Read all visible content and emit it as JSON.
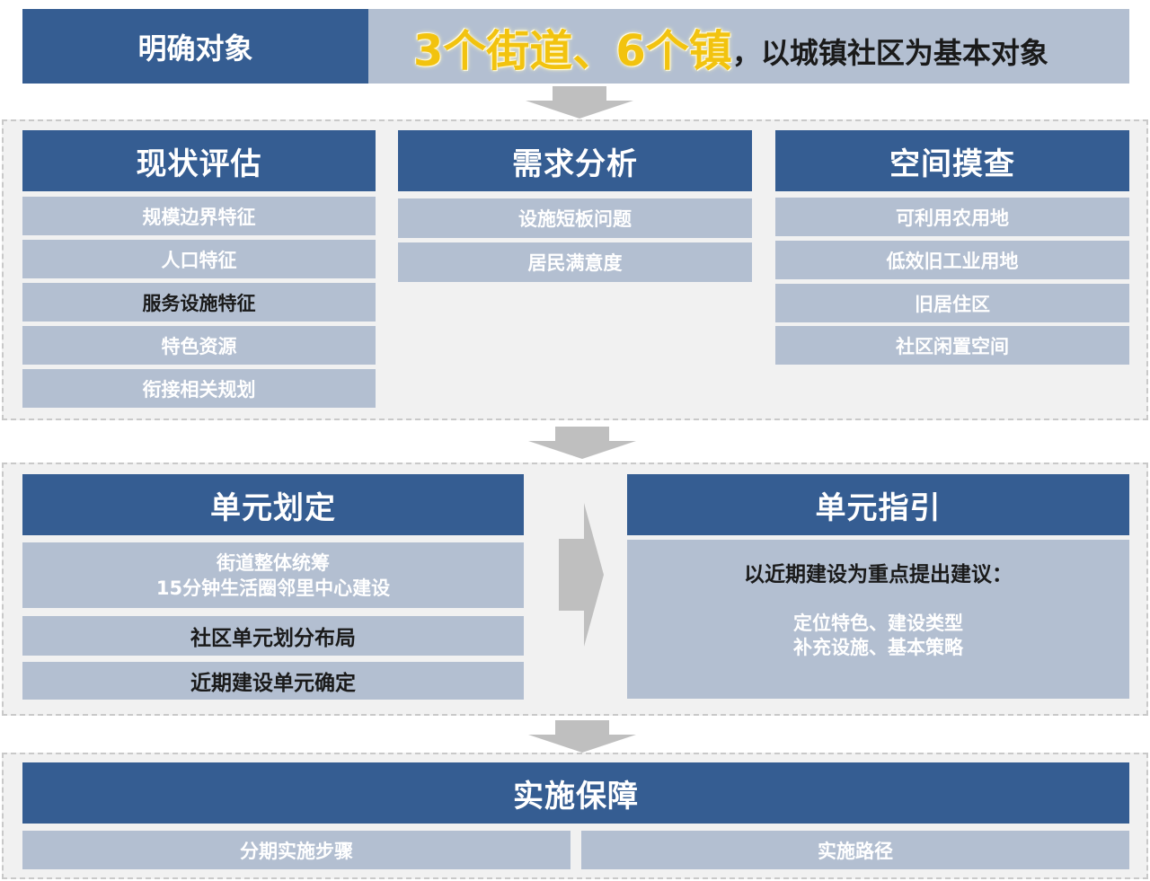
{
  "top": {
    "label": "明确对象",
    "highlight": "3个街道、6个镇",
    "rest": "，以城镇社区为基本对象"
  },
  "columns": [
    {
      "title": "现状评估",
      "items": [
        "规模边界特征",
        "人口特征",
        "服务设施特征",
        "特色资源",
        "衔接相关规划"
      ]
    },
    {
      "title": "需求分析",
      "items": [
        "设施短板问题",
        "居民满意度"
      ]
    },
    {
      "title": "空间摸查",
      "items": [
        "可利用农用地",
        "低效旧工业用地",
        "旧居住区",
        "社区闲置空间"
      ]
    }
  ],
  "unit_define": {
    "title": "单元划定",
    "item1_line1": "街道整体统筹",
    "item1_line2": "15分钟生活圈邻里中心建设",
    "item2": "社区单元划分布局",
    "item3": "近期建设单元确定"
  },
  "unit_guide": {
    "title": "单元指引",
    "heading": "以近期建设为重点提出建议：",
    "line1": "定位特色、建设类型",
    "line2": "补充设施、基本策略"
  },
  "impl": {
    "title": "实施保障",
    "left": "分期实施步骤",
    "right": "实施路径"
  },
  "colors": {
    "navy": "#355d92",
    "light": "#b3bfd1",
    "highlight": "#f2c30f",
    "arrow": "#bfbfbf"
  }
}
